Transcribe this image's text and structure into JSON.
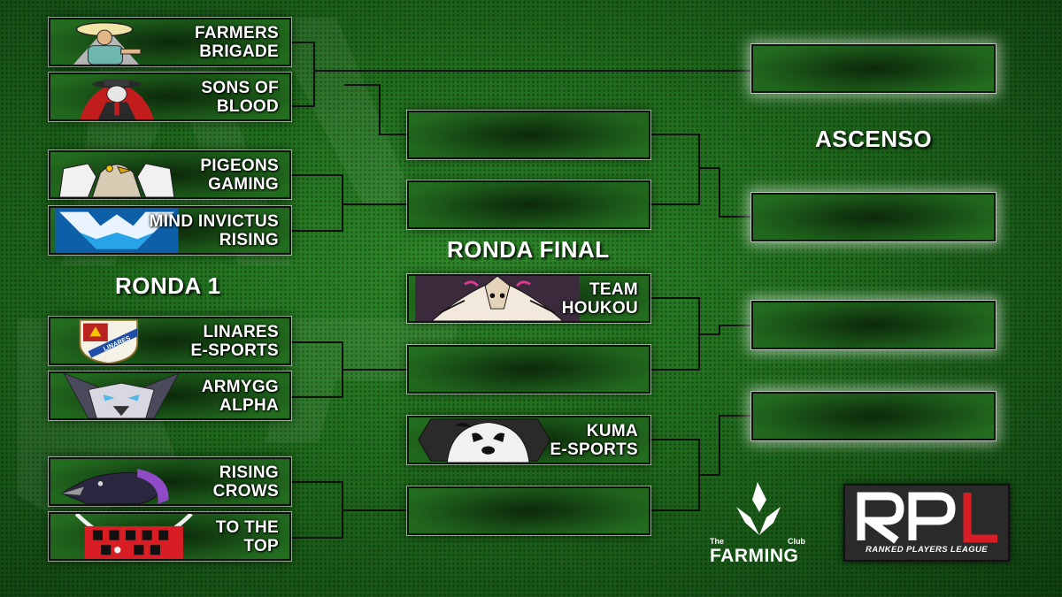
{
  "rounds": {
    "round1": "RONDA 1",
    "final": "RONDA FINAL",
    "ascenso": "ASCENSO"
  },
  "teams": {
    "farmers_brigade": "FARMERS\nBRIGADE",
    "sons_of_blood": "SONS OF\nBLOOD",
    "pigeons_gaming": "PIGEONS\nGAMING",
    "mind_invictus": "MIND INVICTUS\nRISING",
    "linares": "LINARES\nE-SPORTS",
    "armygg": "ARMYGG\nALPHA",
    "rising_crows": "RISING\nCROWS",
    "to_the_top": "TO THE\nTOP",
    "team_houkou": "TEAM\nHOUKOU",
    "kuma": "KUMA\nE-SPORTS"
  },
  "logo_linares_text": "LINARES",
  "sponsors": {
    "farming_the": "The",
    "farming_club": "Club",
    "farming_name": "FARMING",
    "rpl_sub": "RANKED PLAYERS LEAGUE"
  },
  "colors": {
    "background": "#1f6a1c",
    "slot": "#1b5a18",
    "line": "#111111",
    "text": "#ffffff",
    "rpl_red": "#d81e24"
  }
}
